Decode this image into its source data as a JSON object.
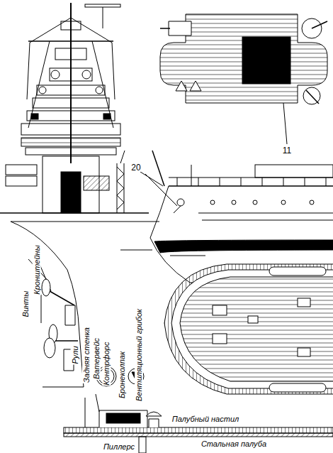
{
  "diagram": {
    "labels": [
      "11",
      "20",
      "Кронштейны",
      "Винты",
      "Рули",
      "Задняя стенка",
      "Ватервейс",
      "Контрфорс",
      "Бронеколпак",
      "Вентиляционный грибок",
      "Палубный настил",
      "Стальная палуба",
      "Пиллерс"
    ]
  }
}
